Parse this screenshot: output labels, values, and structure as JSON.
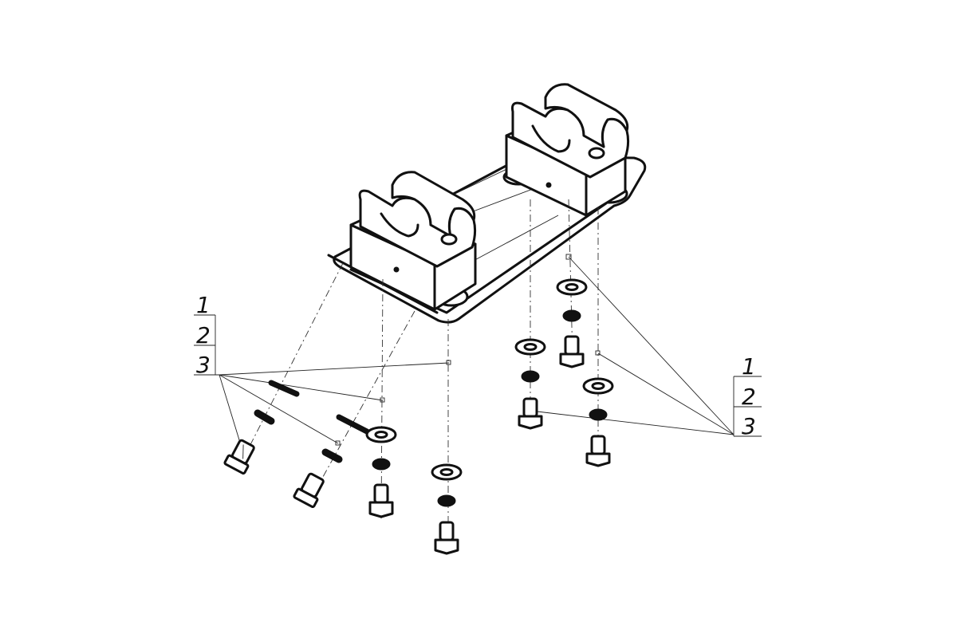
{
  "callout_left": {
    "items": [
      "1",
      "2",
      "3"
    ]
  },
  "callout_right": {
    "items": [
      "1",
      "2",
      "3"
    ]
  }
}
